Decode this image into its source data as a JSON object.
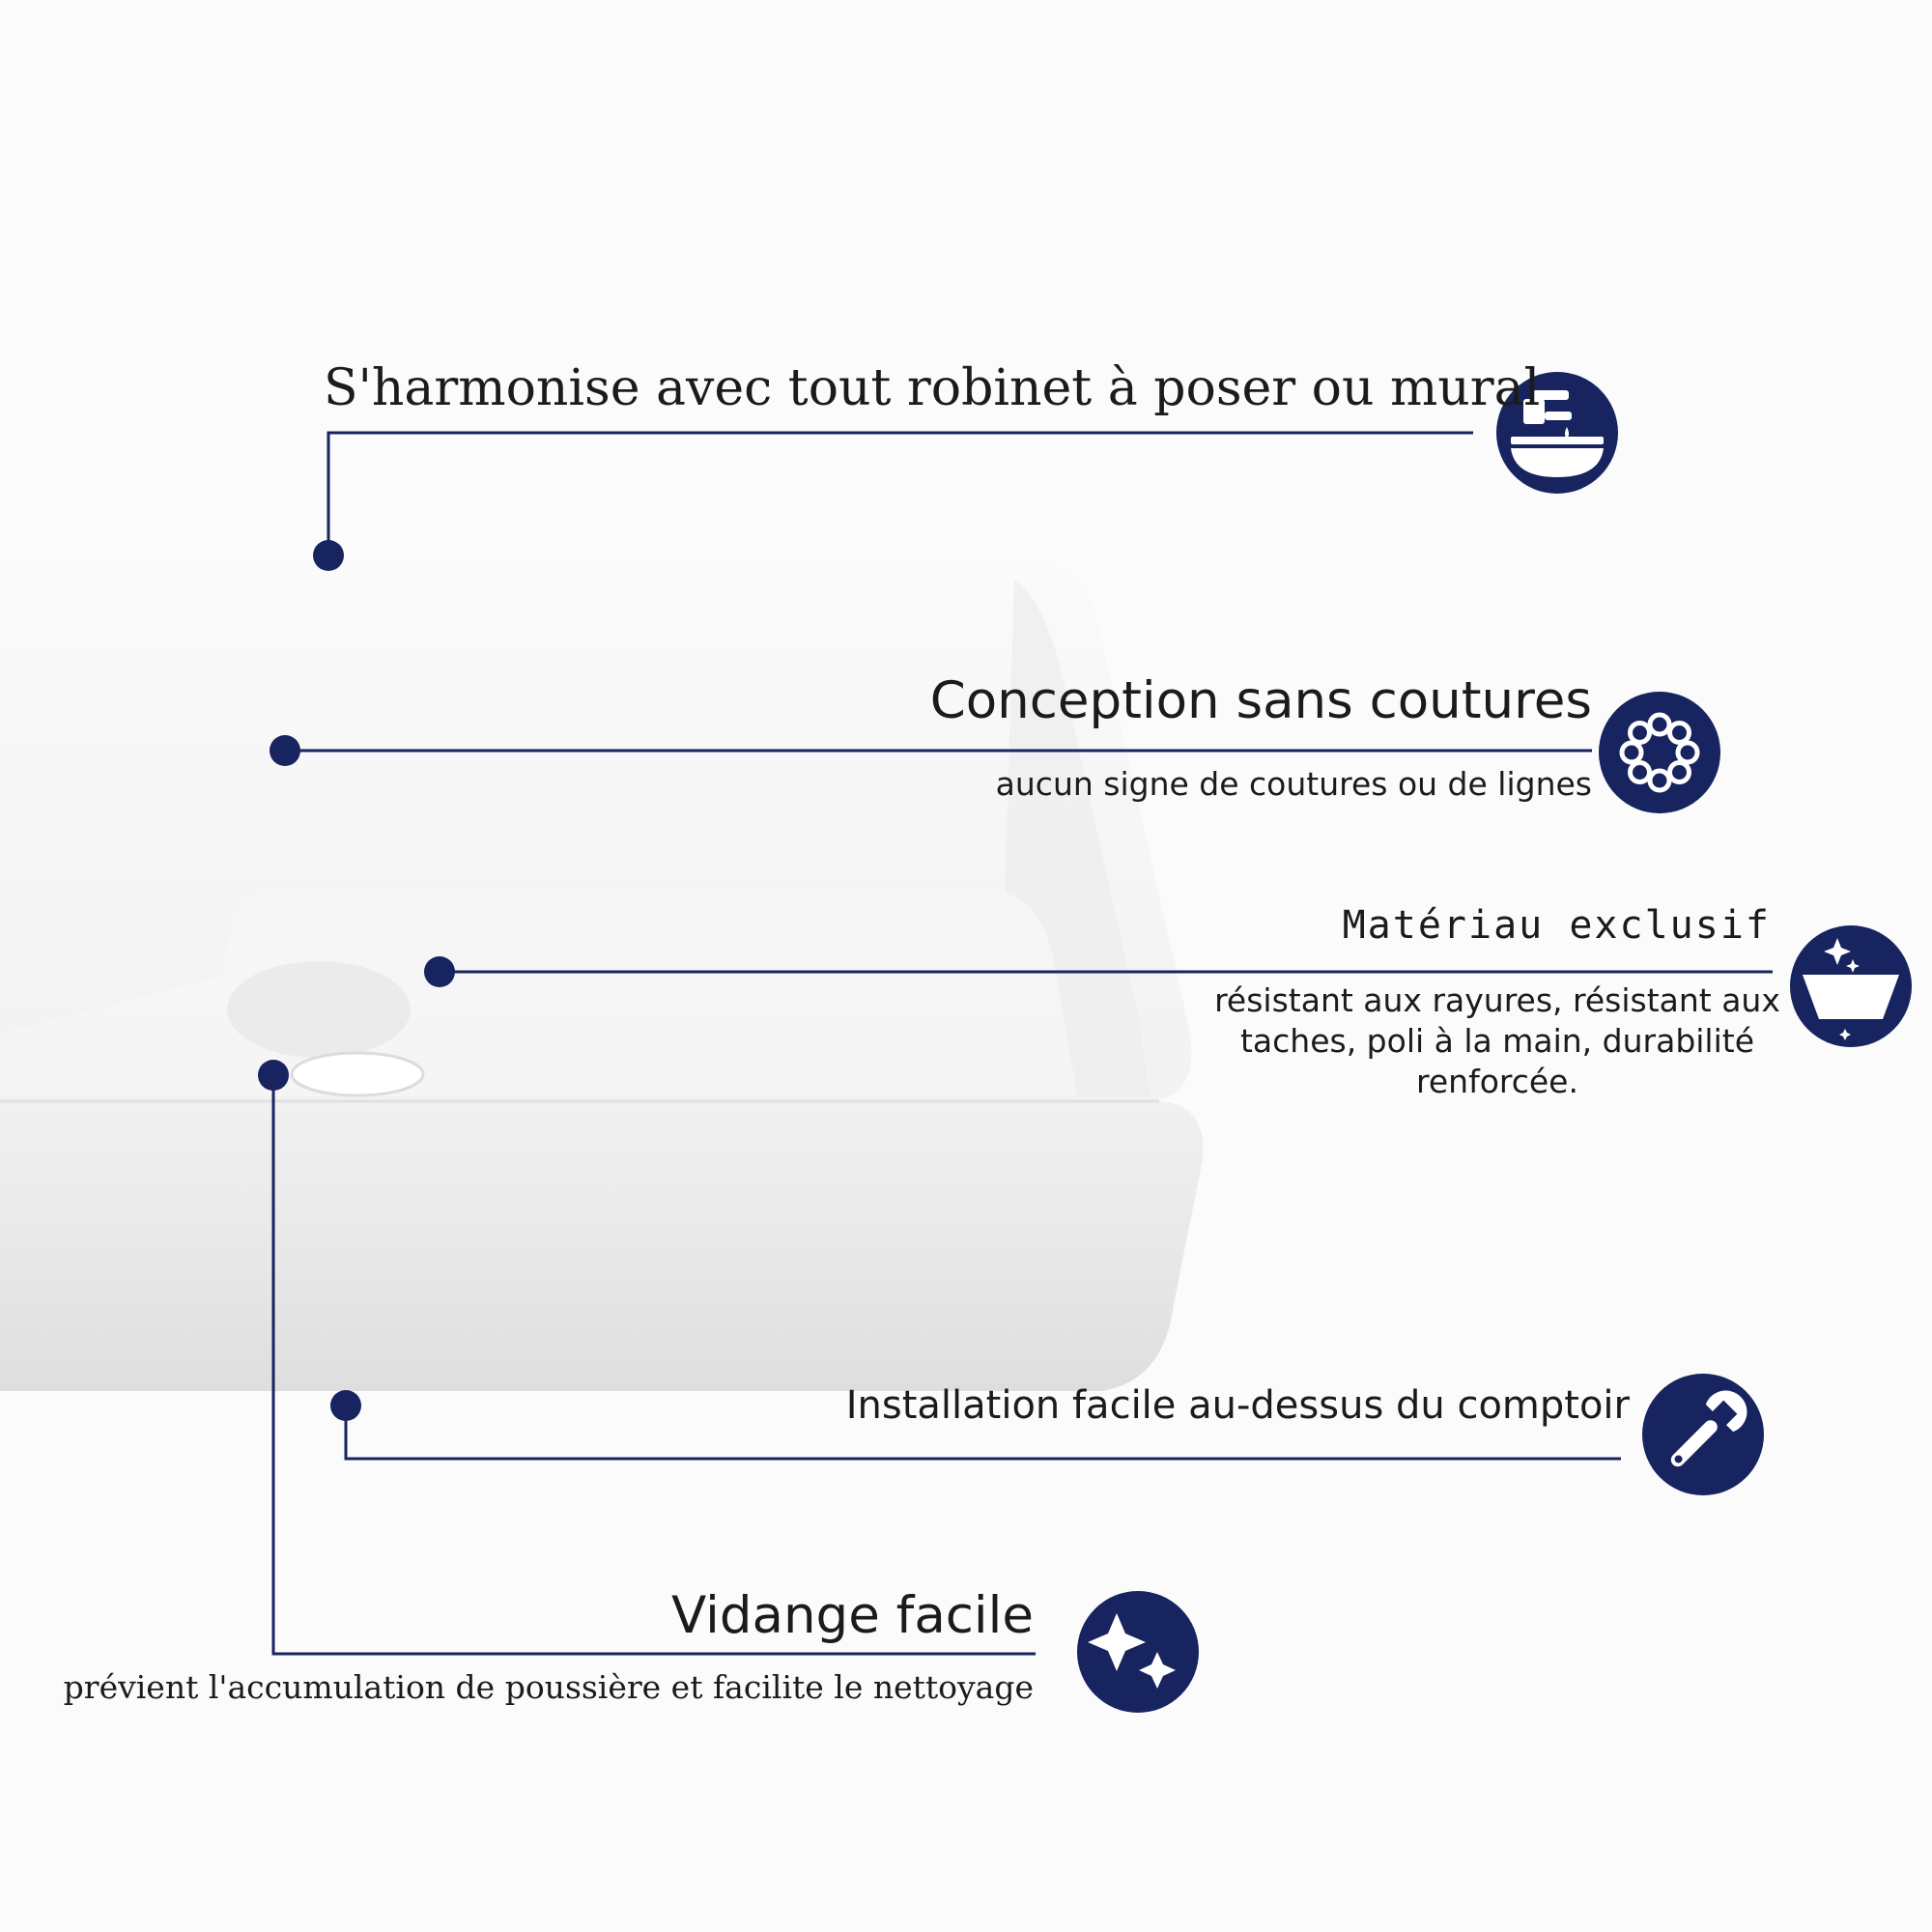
{
  "colors": {
    "accent": "#17245f",
    "text": "#1b1b1b",
    "background": "#fbfbfb",
    "basin": "#f1f1f1"
  },
  "features": [
    {
      "id": "faucet-compat",
      "title": "S'harmonise avec tout robinet à poser ou mural",
      "icon": "faucet-icon"
    },
    {
      "id": "seamless",
      "title": "Conception sans coutures",
      "subtitle": "aucun signe de coutures ou de lignes",
      "icon": "molecule-ring-icon"
    },
    {
      "id": "material",
      "title": "Matériau exclusif",
      "subtitle_lines": [
        "résistant aux rayures, résistant aux",
        "taches, poli à la main, durabilité",
        "renforcée."
      ],
      "icon": "sparkle-bowl-icon"
    },
    {
      "id": "installation",
      "title": "Installation facile au-dessus du comptoir",
      "icon": "wrench-icon"
    },
    {
      "id": "drain",
      "title": "Vidange facile",
      "subtitle": "prévient l'accumulation de poussière et facilite le nettoyage",
      "icon": "sparkles-icon"
    }
  ]
}
